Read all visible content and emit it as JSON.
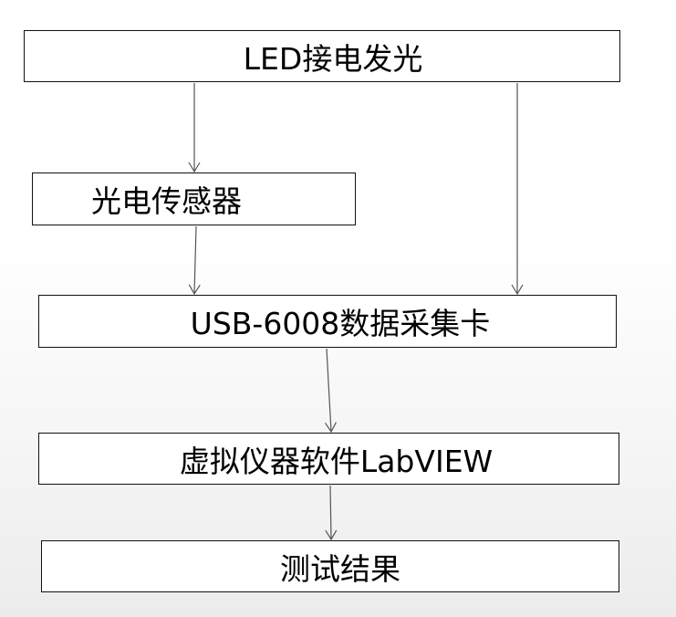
{
  "diagram": {
    "nodes": {
      "led": "LED接电发光",
      "sensor": "光电传感器",
      "daq": "USB-6008数据采集卡",
      "labview": "虚拟仪器软件LabVIEW",
      "result": "测试结果"
    },
    "edges": [
      {
        "from": "led",
        "to": "sensor"
      },
      {
        "from": "led",
        "to": "daq"
      },
      {
        "from": "sensor",
        "to": "daq"
      },
      {
        "from": "daq",
        "to": "labview"
      },
      {
        "from": "labview",
        "to": "result"
      }
    ]
  }
}
